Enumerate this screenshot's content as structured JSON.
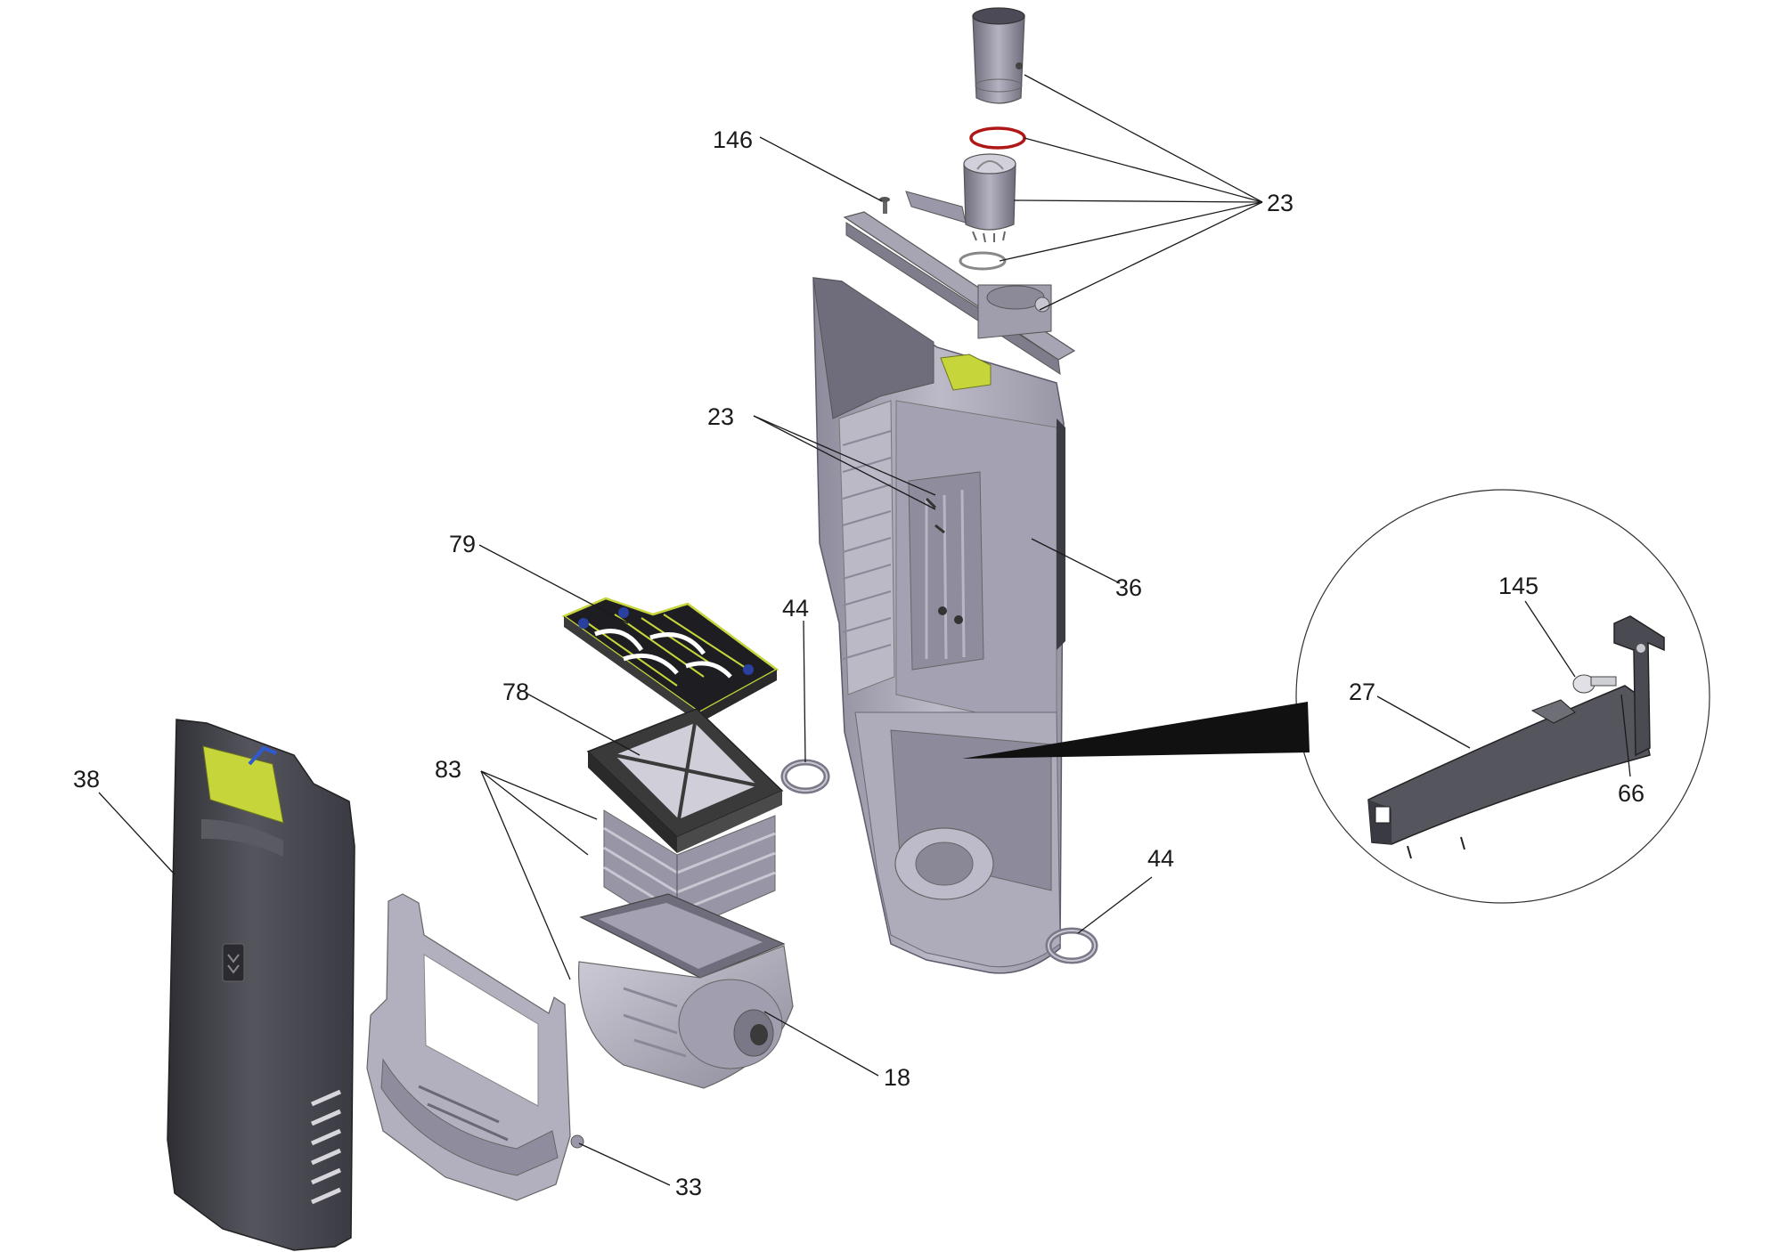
{
  "diagram": {
    "callouts": {
      "c23_top": "23",
      "c146": "146",
      "c23_mid": "23",
      "c79": "79",
      "c44_upper": "44",
      "c36": "36",
      "c78": "78",
      "c83": "83",
      "c38": "38",
      "c44_lower": "44",
      "c18": "18",
      "c33": "33",
      "c145": "145",
      "c27": "27",
      "c66": "66"
    },
    "colors": {
      "housing": "#a9a6b6",
      "housing_dark": "#7f7c8c",
      "cover": "#4a4a52",
      "accent": "#c6d63a",
      "seal": "#b01818",
      "filter_frame": "#3a3a3a"
    }
  }
}
